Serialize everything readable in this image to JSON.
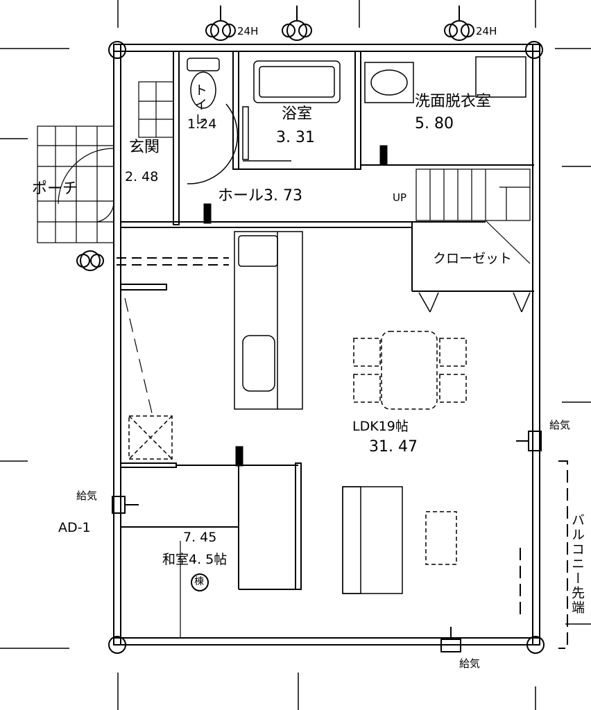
{
  "fan_labels": [
    "24H",
    "24H"
  ],
  "rooms": {
    "toilet": {
      "label": "トイレ",
      "area": "1.24"
    },
    "bath": {
      "label": "浴室",
      "area": "3. 31"
    },
    "washroom": {
      "label": "洗面脱衣室",
      "area": "5. 80"
    },
    "entrance": {
      "label": "玄関",
      "area": "2. 48"
    },
    "porch": {
      "label": "ポーチ"
    },
    "hall": {
      "label": "ホール3. 73"
    },
    "ups": {
      "label": "UP"
    },
    "closet": {
      "label": "クローゼット"
    },
    "ldk": {
      "label": "LDK19帖",
      "area": "31. 47"
    },
    "washitsu": {
      "label": "和室4. 5帖",
      "area": "7. 45",
      "mark": "棟"
    },
    "balcony": {
      "label": "バルコニー先端"
    }
  },
  "air_supply": [
    "給気",
    "給気",
    "給気"
  ],
  "ad_label": "AD-1",
  "colors": {
    "line": "#000000",
    "background": "#ffffff"
  }
}
